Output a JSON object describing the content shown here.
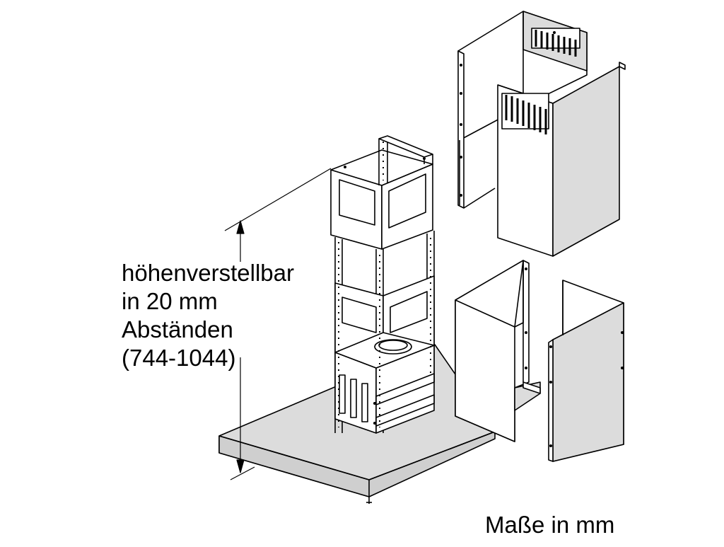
{
  "labels": {
    "height_line1": "höhenverstellbar",
    "height_line2": "in 20 mm",
    "height_line3": "Abständen",
    "height_line4": "(744-1044)",
    "units": "Maße in mm"
  },
  "colors": {
    "panel_fill": "#dcdcdc",
    "panel_shade": "#cfcfcf",
    "stroke": "#000000",
    "background": "#ffffff"
  }
}
